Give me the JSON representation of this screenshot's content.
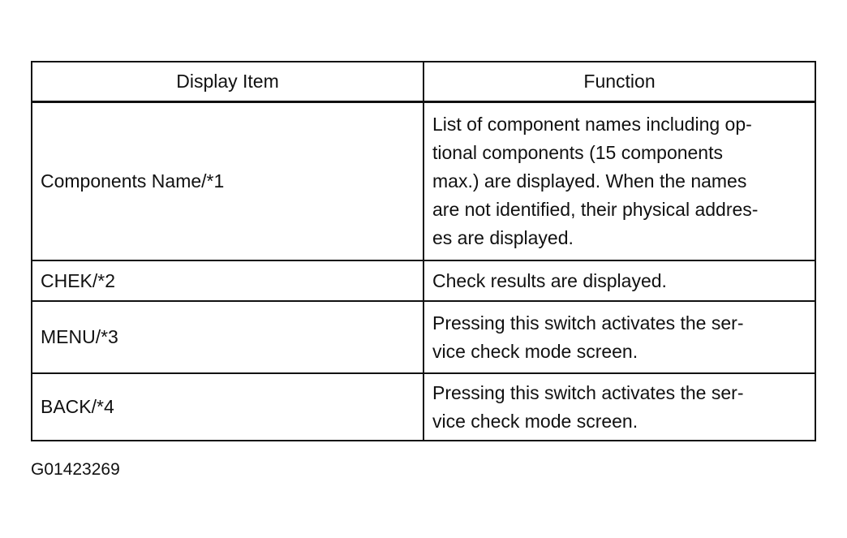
{
  "table": {
    "headers": {
      "display_item": "Display Item",
      "function": "Function"
    },
    "rows": [
      {
        "item": "Components Name/*1",
        "function": "List of component names including op-\ntional components (15 components\nmax.) are displayed. When the names\nare not identified, their physical addres-\nes are displayed."
      },
      {
        "item": "CHEK/*2",
        "function": "Check results are displayed."
      },
      {
        "item": "MENU/*3",
        "function": "Pressing this switch activates the ser-\nvice check mode screen."
      },
      {
        "item": "BACK/*4",
        "function": "Pressing this switch activates the ser-\nvice check mode screen."
      }
    ]
  },
  "figure_id": "G01423269"
}
